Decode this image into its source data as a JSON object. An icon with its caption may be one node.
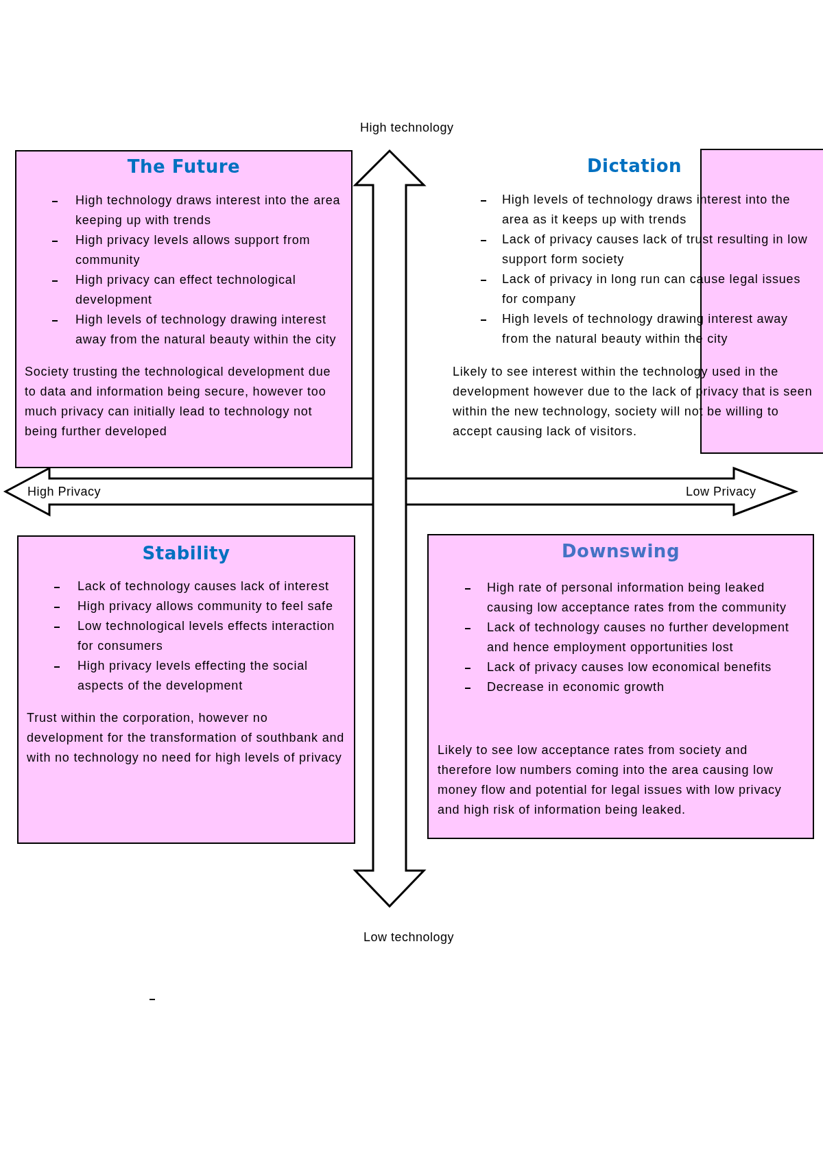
{
  "diagram": {
    "nodes": [
      {
        "text": [
          "The Future",
          "High technology draws interest into the area keeping up with trends",
          "High privacy levels allows support from community",
          "High privacy can effect technological development",
          "High levels of technology drawing interest away from the natural beauty within the city",
          "Society trusting the technological development due to data and information being secure, however too much privacy can initially lead to technology not being further developed"
        ]
      },
      {
        "text": [],
        "shape": "box"
      },
      {
        "text": [
          "Stability",
          "Lack of technology causes lack of interest",
          "High privacy allows community to feel safe",
          "Low technological levels effects interaction for consumers",
          "High privacy levels effecting the social aspects of the development",
          "Trust within the corporation, however no development for the transformation of southbank and with no technology no need for high levels of privacy"
        ]
      },
      {
        "text": [
          "Downswing",
          "High rate of personal information being leaked causing low acceptance rates from the community",
          "Lack of technology causes no further development and hence employment opportunities lost",
          "Lack of privacy causes low economical benefits",
          "Decrease in economic growth",
          "Likely to see low acceptance rates from society and therefore low numbers coming into the area causing low money flow and potential for legal issues with low privacy and high risk of information being leaked."
        ]
      }
    ],
    "labels": [
      "High technology",
      "Dictation",
      "High levels of technology draws interest into the area as it keeps up with trends",
      "Lack of privacy causes lack of trust resulting in low support form society",
      "Lack of privacy in long run can cause legal issues for company",
      "High levels of technology drawing interest away from the natural beauty within the city",
      "Likely to see interest within the technology used in the development however due to the lack of privacy that is seen within the new technology, society will not be willing to accept causing lack of visitors.",
      "High Privacy",
      "Low Privacy",
      "Low technology"
    ]
  }
}
